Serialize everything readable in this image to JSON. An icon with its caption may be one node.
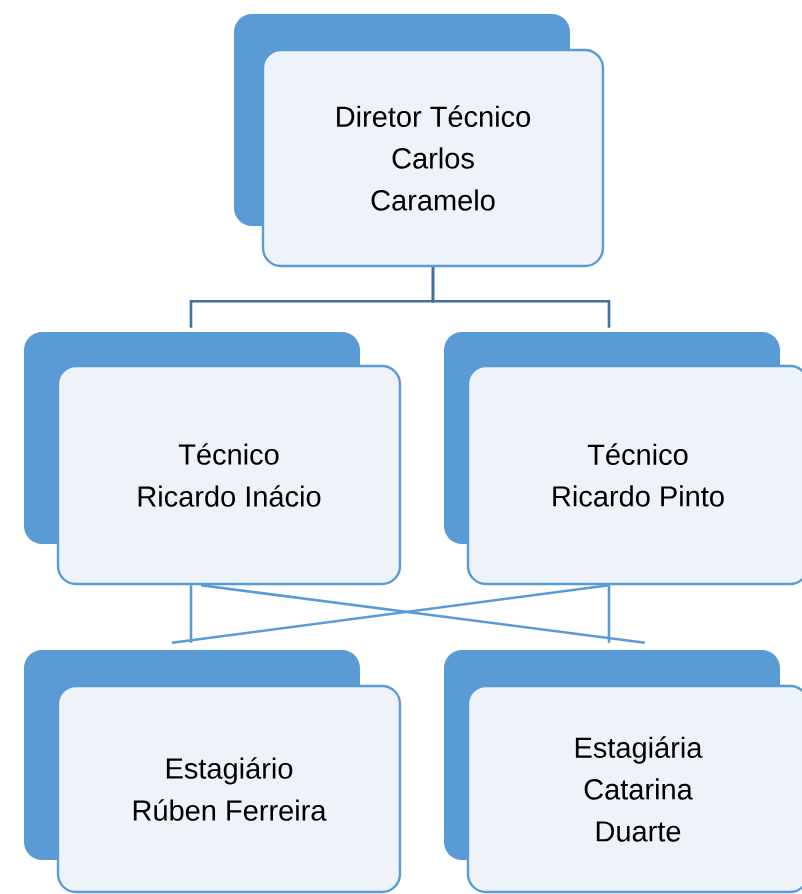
{
  "diagram": {
    "nodes": [
      {
        "text": [
          "Diretor Técnico",
          "Carlos Caramelo"
        ]
      },
      {
        "text": [
          "Técnico",
          "Ricardo Inácio"
        ]
      },
      {
        "text": [
          "Técnico",
          "Ricardo Pinto"
        ]
      },
      {
        "text": [
          "Estagiário",
          "Rúben Ferreira"
        ]
      },
      {
        "text": [
          "Estagiária",
          "Catarina Duarte"
        ]
      }
    ],
    "edges": [
      {
        "from": 0,
        "to": 1,
        "arrow": "none",
        "color": "#41719c"
      },
      {
        "from": 0,
        "to": 2,
        "arrow": "none",
        "color": "#41719c"
      },
      {
        "from": 1,
        "to": 3,
        "arrow": "none"
      },
      {
        "from": 1,
        "to": 4,
        "arrow": "none"
      },
      {
        "from": 2,
        "to": 4,
        "arrow": "none"
      },
      {
        "from": 2,
        "to": 3,
        "arrow": "none"
      }
    ]
  }
}
